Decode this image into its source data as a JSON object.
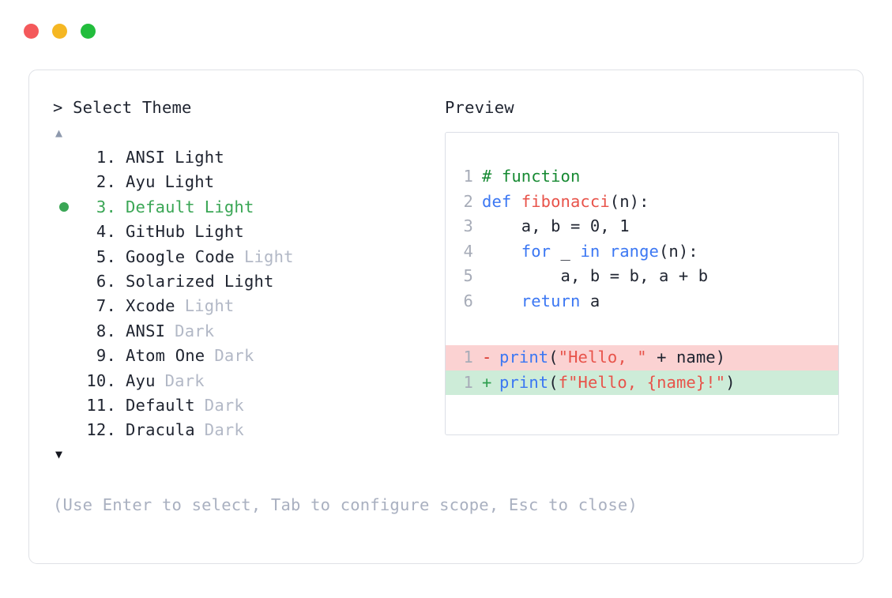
{
  "titlebar": {
    "dots": [
      {
        "name": "close-dot",
        "color": "#f4595b"
      },
      {
        "name": "minimize-dot",
        "color": "#f5b723"
      },
      {
        "name": "maximize-dot",
        "color": "#22bd3c"
      }
    ]
  },
  "colors": {
    "accent_green": "#3aa655",
    "muted_gray": "#b2b8c6",
    "hint_gray": "#a9b0c0",
    "text": "#1f2430",
    "panel_border": "#dfe1e6",
    "preview_border": "#dcdfe6",
    "diff_del_bg": "#fbd2d2",
    "diff_add_bg": "#cdecd8",
    "syntax_comment": "#178a33",
    "syntax_keyword": "#3b77f3",
    "syntax_function": "#e8534a",
    "syntax_string": "#e8534a",
    "line_number": "#a7acb8"
  },
  "selector": {
    "prompt": "> Select Theme",
    "scroll_up_glyph": "▲",
    "scroll_down_glyph": "▼",
    "items": [
      {
        "index": " 1.",
        "name": "ANSI",
        "variant": "Light",
        "variant_muted": false,
        "selected": false
      },
      {
        "index": " 2.",
        "name": "Ayu",
        "variant": "Light",
        "variant_muted": false,
        "selected": false
      },
      {
        "index": " 3.",
        "name": "Default",
        "variant": "Light",
        "variant_muted": false,
        "selected": true
      },
      {
        "index": " 4.",
        "name": "GitHub",
        "variant": "Light",
        "variant_muted": false,
        "selected": false
      },
      {
        "index": " 5.",
        "name": "Google Code",
        "variant": "Light",
        "variant_muted": true,
        "selected": false
      },
      {
        "index": " 6.",
        "name": "Solarized",
        "variant": "Light",
        "variant_muted": false,
        "selected": false
      },
      {
        "index": " 7.",
        "name": "Xcode",
        "variant": "Light",
        "variant_muted": true,
        "selected": false
      },
      {
        "index": " 8.",
        "name": "ANSI",
        "variant": "Dark",
        "variant_muted": true,
        "selected": false
      },
      {
        "index": " 9.",
        "name": "Atom One",
        "variant": "Dark",
        "variant_muted": true,
        "selected": false
      },
      {
        "index": "10.",
        "name": "Ayu",
        "variant": "Dark",
        "variant_muted": true,
        "selected": false
      },
      {
        "index": "11.",
        "name": "Default",
        "variant": "Dark",
        "variant_muted": true,
        "selected": false
      },
      {
        "index": "12.",
        "name": "Dracula",
        "variant": "Dark",
        "variant_muted": true,
        "selected": false
      }
    ],
    "hint": "(Use Enter to select, Tab to configure scope, Esc to close)"
  },
  "preview": {
    "label": "Preview",
    "code_lines": [
      {
        "ln": "1",
        "tokens": [
          {
            "t": "# function",
            "c": "tok-comment"
          }
        ]
      },
      {
        "ln": "2",
        "tokens": [
          {
            "t": "def ",
            "c": "tok-keyword"
          },
          {
            "t": "fibonacci",
            "c": "tok-func"
          },
          {
            "t": "(n):",
            "c": "tok-plain"
          }
        ]
      },
      {
        "ln": "3",
        "tokens": [
          {
            "t": "    a, b = 0, 1",
            "c": "tok-plain"
          }
        ]
      },
      {
        "ln": "4",
        "tokens": [
          {
            "t": "    ",
            "c": "tok-plain"
          },
          {
            "t": "for",
            "c": "tok-keyword"
          },
          {
            "t": " _ ",
            "c": "tok-plain"
          },
          {
            "t": "in ",
            "c": "tok-keyword"
          },
          {
            "t": "range",
            "c": "tok-builtin"
          },
          {
            "t": "(n):",
            "c": "tok-plain"
          }
        ]
      },
      {
        "ln": "5",
        "tokens": [
          {
            "t": "        a, b = b, a + b",
            "c": "tok-plain"
          }
        ]
      },
      {
        "ln": "6",
        "tokens": [
          {
            "t": "    ",
            "c": "tok-plain"
          },
          {
            "t": "return",
            "c": "tok-keyword"
          },
          {
            "t": " a",
            "c": "tok-plain"
          }
        ]
      }
    ],
    "diff_lines": [
      {
        "ln": "1",
        "marker": "-",
        "kind": "diff-del",
        "tokens": [
          {
            "t": "print",
            "c": "tok-keyword"
          },
          {
            "t": "(",
            "c": "tok-plain"
          },
          {
            "t": "\"Hello, \"",
            "c": "tok-string"
          },
          {
            "t": " + name)",
            "c": "tok-plain"
          }
        ]
      },
      {
        "ln": "1",
        "marker": "+",
        "kind": "diff-add",
        "tokens": [
          {
            "t": "print",
            "c": "tok-keyword"
          },
          {
            "t": "(",
            "c": "tok-plain"
          },
          {
            "t": "f\"Hello, {name}!\"",
            "c": "tok-string"
          },
          {
            "t": ")",
            "c": "tok-plain"
          }
        ]
      }
    ]
  }
}
